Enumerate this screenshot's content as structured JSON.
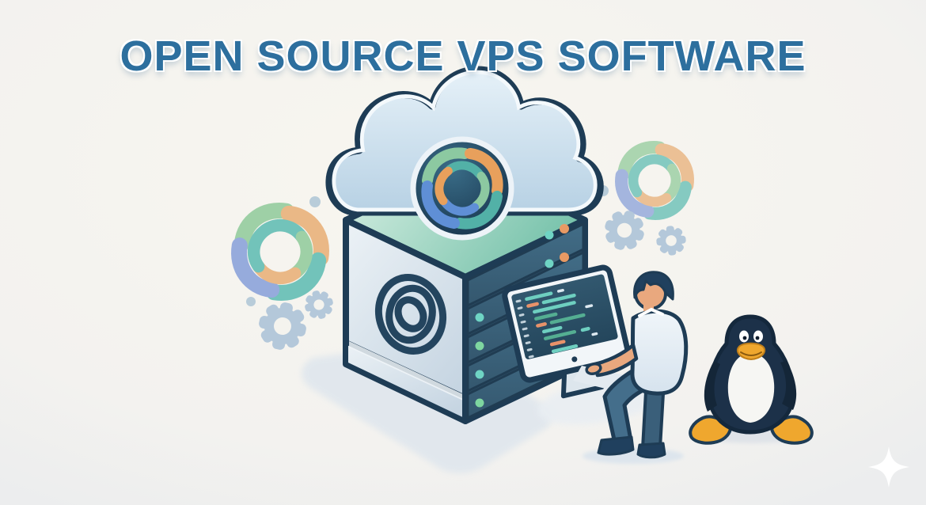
{
  "page": {
    "title": "OPEN SOURCE VPS SOFTWARE"
  },
  "scene": {
    "description": "Isometric flat illustration: a cloud with a circular swirl logo badge sits on an isometric VPS server tower; a developer works at a monitor showing code; the Linux Tux penguin sits nearby; pastel swirl knots, gears, dots and a sparkle decorate the background",
    "elements": [
      {
        "name": "cloud",
        "label": "cloud"
      },
      {
        "name": "vps-logo-badge",
        "label": "circular swirl logo badge"
      },
      {
        "name": "server-tower",
        "label": "isometric server tower with LED rack slats"
      },
      {
        "name": "server-panel-logo",
        "label": "swirl logo outline on server side panel"
      },
      {
        "name": "code-monitor",
        "label": "desktop monitor showing abstract code lines"
      },
      {
        "name": "developer",
        "label": "person seated working at the monitor"
      },
      {
        "name": "tux-penguin",
        "label": "Linux Tux penguin mascot"
      },
      {
        "name": "swirl-decoration-left",
        "label": "pastel swirl knot decoration"
      },
      {
        "name": "swirl-decoration-right",
        "label": "pastel swirl knot decoration"
      },
      {
        "name": "gear-decorations",
        "label": "four light blue gear icons"
      },
      {
        "name": "dot-decorations",
        "label": "three small gray-blue dots"
      },
      {
        "name": "sparkle",
        "label": "white four point sparkle"
      }
    ]
  },
  "colors": {
    "title_blue": "#2d6f9e",
    "outline": "#1e3c55",
    "bg_center": "#f8f6ef",
    "bg_edge": "#ecedee",
    "cloud_top": "#e6f1f8",
    "cloud_bottom": "#b7d1e4",
    "cloud_rim": "#f4f9fc",
    "badge_center": "#3a6d88",
    "badge_edge": "#132d45",
    "arc_orange": "#e8a05c",
    "arc_green": "#8cc9a1",
    "arc_teal": "#52b1a7",
    "arc_blue": "#5f8fd6",
    "top_light": "#d9f0e4",
    "top_dark": "#79c3ac",
    "left_light": "#ecf2f6",
    "left_dark": "#c6d5e2",
    "right_face": "#2e4f66",
    "slat_top": "#426d87",
    "slat_bottom": "#34576e",
    "led_teal": "#6fd4c4",
    "led_green": "#7ed6a0",
    "led_orange": "#e89a64",
    "bezel": "#f2f6f9",
    "screen_top": "#32586f",
    "screen_bottom": "#24465c",
    "code_teal": "#6ecfc0",
    "code_green": "#54ae92",
    "code_orange": "#e8926a",
    "code_white": "#dde9f0",
    "skin": "#e9a87e",
    "shirt_light": "#f0f5f9",
    "shirt_dark": "#d6e3ee",
    "pants": "#446e8b",
    "pants_dark": "#3a5f7a",
    "hair_navy": "#20405e",
    "tux_body": "#1c3149",
    "tux_dark": "#142638",
    "tux_belly": "#f6f6f3",
    "tux_orange": "#efa72e",
    "tux_orange_dark": "#c07f1a",
    "gear_gray": "#b4c8da",
    "dot_gray": "#b8ccd9",
    "shadow": "#dde5ed",
    "swirl_green": "#9ed0a6",
    "swirl_orange": "#eab886",
    "swirl_teal": "#72c3ba",
    "swirl_blue": "#96abdc",
    "logo_outline_navy": "#24455f",
    "sparkle_white": "#ffffff"
  }
}
